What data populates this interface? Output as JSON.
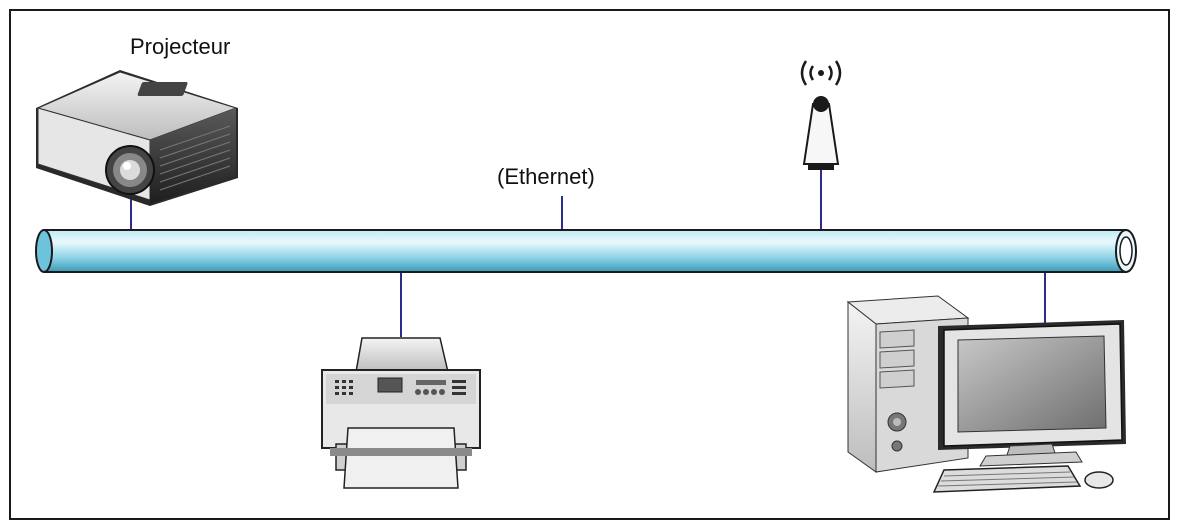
{
  "diagram": {
    "projector_label": "Projecteur",
    "network_label": "(Ethernet)",
    "nodes": [
      {
        "name": "projector",
        "icon": "projector-icon"
      },
      {
        "name": "wireless-access-point",
        "icon": "antenna-icon"
      },
      {
        "name": "printer",
        "icon": "printer-icon"
      },
      {
        "name": "desktop-computer",
        "icon": "computer-icon"
      }
    ],
    "colors": {
      "cable_light": "#e8f8fc",
      "cable_mid": "#8fd4e8",
      "cable_dark": "#3a9ab8",
      "connector": "#2b2d8a",
      "frame": "#1a1a1a"
    }
  }
}
